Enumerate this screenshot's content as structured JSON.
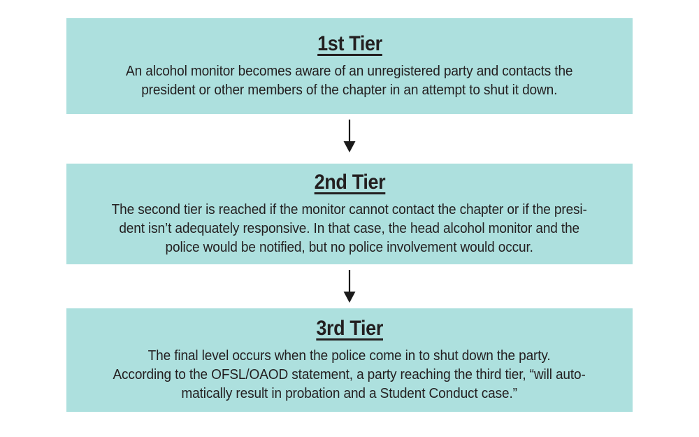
{
  "diagram": {
    "accent_color": "#ade0de",
    "text_color": "#231f20",
    "background_color": "#ffffff",
    "tiers": [
      {
        "title": "1st Tier",
        "lines": [
          "An alcohol monitor becomes aware of an unregistered party and contacts the",
          "president or other members of the chapter in an attempt to shut it down."
        ]
      },
      {
        "title": "2nd Tier",
        "lines": [
          "The second tier is reached if the monitor cannot contact the chapter or if the presi-",
          "dent isn’t adequately responsive. In that case, the head alcohol monitor and the",
          "police would be notified, but no police involvement would occur."
        ]
      },
      {
        "title": "3rd Tier",
        "lines": [
          "The final level occurs when the police come in to shut down the party.",
          "According to the OFSL/OAOD statement, a party reaching the third tier, “will auto-",
          "matically result in probation and a Student Conduct case.”"
        ]
      }
    ],
    "connectors": [
      {
        "icon": "down-arrow-icon"
      },
      {
        "icon": "down-arrow-icon"
      }
    ]
  }
}
